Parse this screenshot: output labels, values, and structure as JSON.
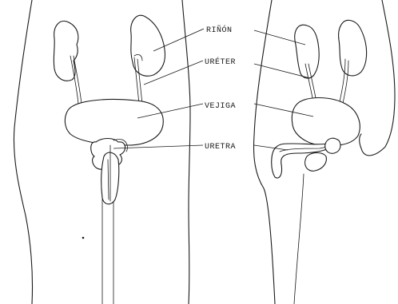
{
  "labels": {
    "kidney": "RIÑÓN",
    "ureter": "URÉTER",
    "bladder": "VEJIGA",
    "urethra": "URETRA"
  }
}
